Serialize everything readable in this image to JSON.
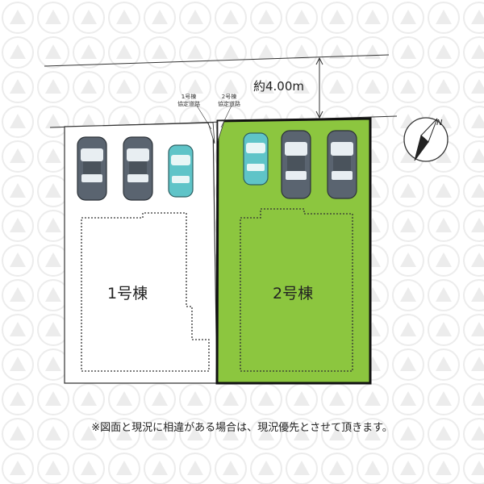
{
  "road": {
    "width_label": "約4.00m"
  },
  "access_notes": {
    "lot1": [
      "1号棟",
      "協定道路"
    ],
    "lot2": [
      "2号棟",
      "協定道路"
    ]
  },
  "lots": [
    {
      "label": "1号棟",
      "fill": "#ffffff"
    },
    {
      "label": "2号棟",
      "fill": "#8cc63f"
    }
  ],
  "compass": {
    "label": "N"
  },
  "colors": {
    "lot2_fill": "#8cc63f",
    "car_gray": "#5a6470",
    "car_teal": "#5fc4c8",
    "watermark": "#ececec"
  },
  "footer": {
    "note": "※図面と現況に相違がある場合は、現況優先とさせて頂きます。"
  }
}
